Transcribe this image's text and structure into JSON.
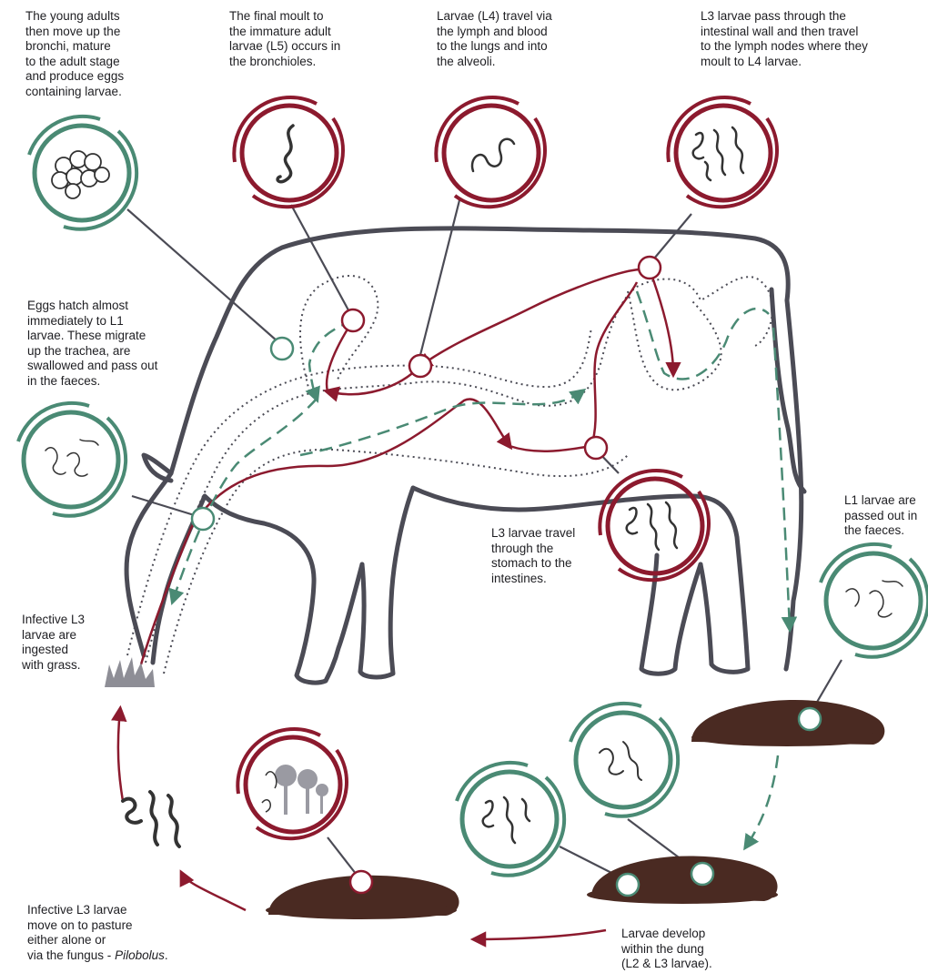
{
  "colors": {
    "host_stage": "#8c1a2e",
    "external_stage": "#4a8a74",
    "cow_outline": "#4b4b55",
    "dung": "#4a2a22",
    "text": "#1e1e22"
  },
  "labels": {
    "adults": "The young adults\nthen move up the\nbronchi, mature\nto the adult stage\nand produce eggs\ncontaining larvae.",
    "final_moult": "The final moult to\nthe immature adult\nlarvae (L5) occurs in\nthe bronchioles.",
    "l4_travel": "Larvae (L4) travel via\nthe lymph and blood\nto the lungs and into\nthe alveoli.",
    "l3_intestinal": "L3 larvae pass through the\nintestinal wall and then travel\nto the lymph nodes where they\nmoult to L4 larvae.",
    "eggs_hatch": "Eggs hatch almost\nimmediately to L1\nlarvae. These migrate\nup the trachea, are\nswallowed and pass out\nin the faeces.",
    "l3_stomach": "L3 larvae travel\nthrough the\nstomach to the\nintestines.",
    "l1_faeces": "L1 larvae are\npassed out in\nthe faeces.",
    "ingested": "Infective L3\nlarvae are\ningested\nwith grass.",
    "pasture_main": "Infective L3 larvae\nmove on to pasture\neither alone or\nvia the fungus -",
    "pasture_fungus": "Pilobolus",
    "pasture_end": ".",
    "dung_develop": "Larvae develop\nwithin the dung\n(L2 & L3 larvae)."
  },
  "icons": [
    "eggs-icon",
    "larva-l5-icon",
    "larva-l4-icon",
    "larvae-lymph-icon",
    "larvae-l1-icon",
    "larvae-stomach-icon",
    "larvae-faeces-icon",
    "larvae-dung-l2-icon",
    "larvae-dung-l3-icon",
    "pilobolus-fungus-icon",
    "pasture-larvae-icon",
    "grass-icon",
    "dung-pile-icon",
    "cow-icon"
  ]
}
